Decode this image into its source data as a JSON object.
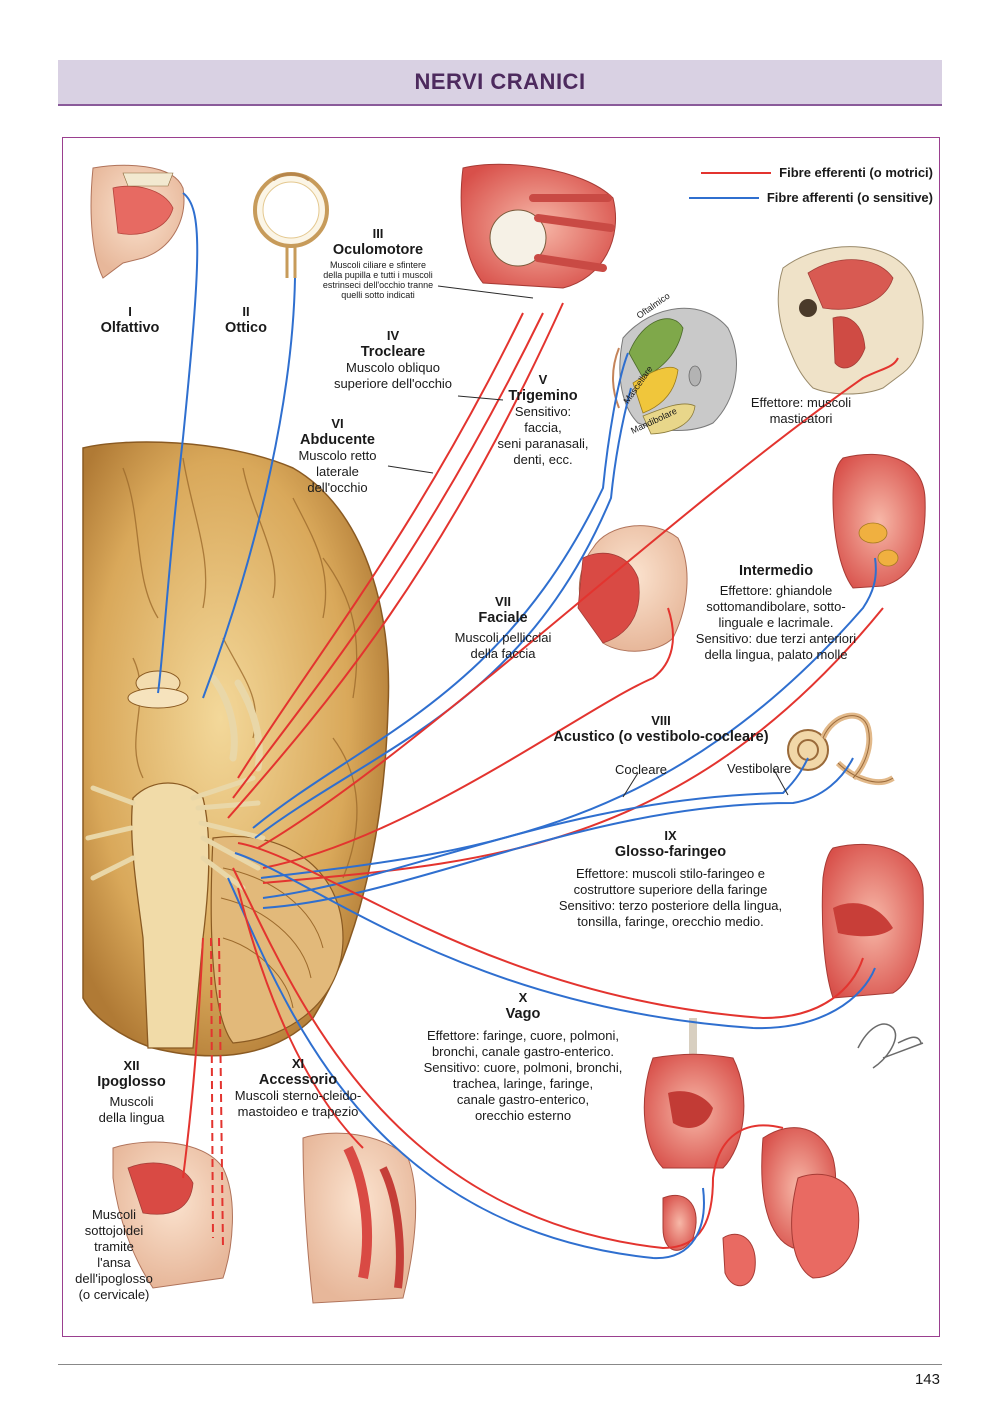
{
  "page": {
    "title": "NERVI CRANICI",
    "page_number": "143"
  },
  "legend": {
    "efferent": {
      "label": "Fibre efferenti (o motrici)",
      "color": "#e3342f"
    },
    "afferent": {
      "label": "Fibre afferenti (o sensitive)",
      "color": "#2f6fcf"
    }
  },
  "nerves": {
    "n1": {
      "num": "I",
      "name": "Olfattivo"
    },
    "n2": {
      "num": "II",
      "name": "Ottico"
    },
    "n3": {
      "num": "III",
      "name": "Oculomotore",
      "desc": [
        "Muscoli ciliare e sfintere",
        "della pupilla e tutti i muscoli",
        "estrinseci dell'occhio tranne",
        "quelli sotto indicati"
      ]
    },
    "n4": {
      "num": "IV",
      "name": "Trocleare",
      "desc": [
        "Muscolo obliquo",
        "superiore dell'occhio"
      ]
    },
    "n5": {
      "num": "V",
      "name": "Trigemino",
      "desc": [
        "Sensitivo:",
        "faccia,",
        "seni paranasali,",
        "denti, ecc."
      ],
      "effector": [
        "Effettore: muscoli",
        "masticatori"
      ],
      "branches": [
        "Oftalmico",
        "Mascellare",
        "Mandibolare"
      ]
    },
    "n6": {
      "num": "VI",
      "name": "Abducente",
      "desc": [
        "Muscolo retto",
        "laterale",
        "dell'occhio"
      ]
    },
    "n7": {
      "num": "VII",
      "name": "Faciale",
      "desc": [
        "Muscoli pellicciai",
        "della faccia"
      ]
    },
    "intermedio": {
      "name": "Intermedio",
      "desc": [
        "Effettore: ghiandole",
        "sottomandibolare, sotto-",
        "linguale e lacrimale.",
        "Sensitivo: due terzi anteriori",
        "della lingua, palato molle"
      ]
    },
    "n8": {
      "num": "VIII",
      "name": "Acustico (o vestibolo-cocleare)",
      "branches": [
        "Cocleare",
        "Vestibolare"
      ]
    },
    "n9": {
      "num": "IX",
      "name": "Glosso-faringeo",
      "desc": [
        "Effettore: muscoli stilo-faringeo e",
        "costruttore superiore della faringe",
        "Sensitivo: terzo posteriore della lingua,",
        "tonsilla, faringe, orecchio medio."
      ]
    },
    "n10": {
      "num": "X",
      "name": "Vago",
      "desc": [
        "Effettore: faringe, cuore, polmoni,",
        "bronchi, canale gastro-enterico.",
        "Sensitivo: cuore, polmoni, bronchi,",
        "trachea, laringe, faringe,",
        "canale gastro-enterico,",
        "orecchio esterno"
      ]
    },
    "n11": {
      "num": "XI",
      "name": "Accessorio",
      "desc": [
        "Muscoli sterno-cleido-",
        "mastoideo e trapezio"
      ]
    },
    "n12": {
      "num": "XII",
      "name": "Ipoglosso",
      "desc": [
        "Muscoli",
        "della lingua"
      ],
      "extra": [
        "Muscoli",
        "sottojoidei",
        "tramite",
        "l'ansa",
        "dell'ipoglosso",
        "(o cervicale)"
      ]
    }
  },
  "signature": "F. Netter M.D."
}
